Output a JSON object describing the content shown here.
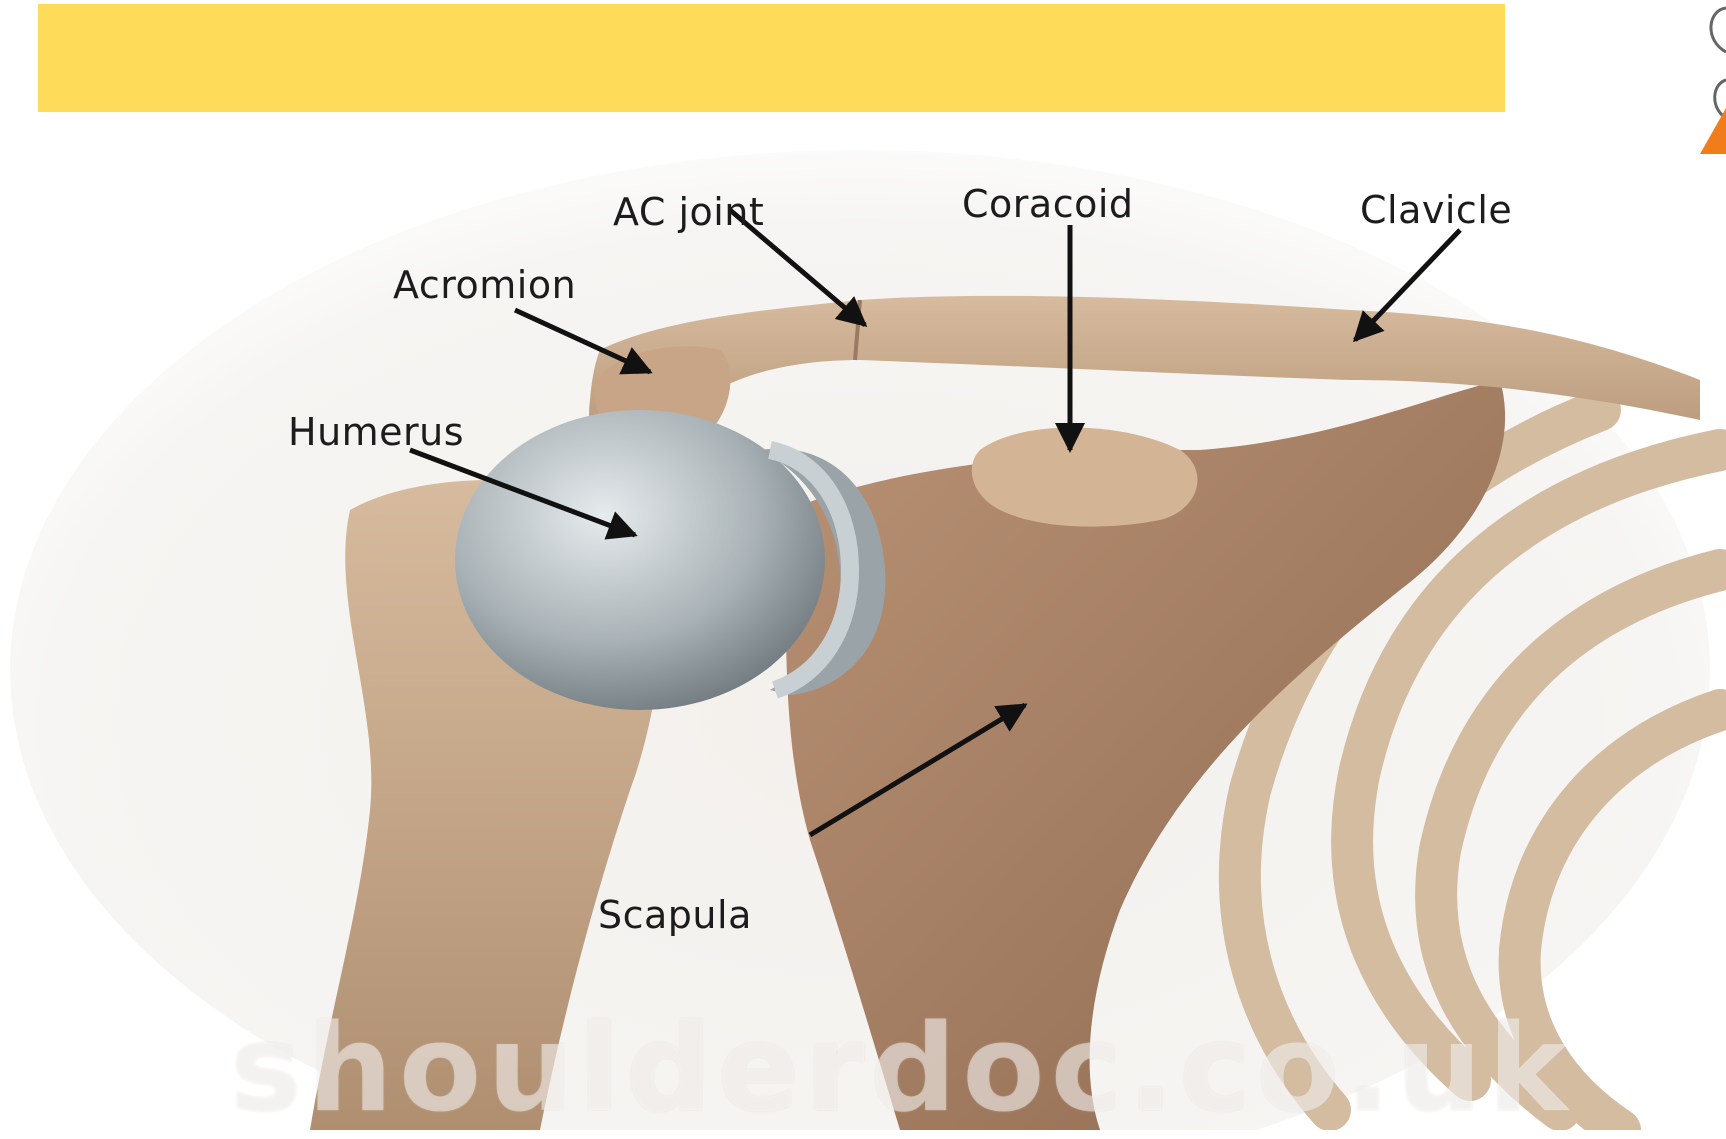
{
  "title_bar": {
    "text": "",
    "color": "#fedc5a"
  },
  "diagram": {
    "labels": {
      "ac_joint": "AC joint",
      "coracoid": "Coracoid",
      "clavicle": "Clavicle",
      "acromion": "Acromion",
      "humerus": "Humerus",
      "scapula": "Scapula"
    },
    "watermark": "shoulderdoc.co.uk",
    "colors": {
      "bone": "#c9a98a",
      "bone_shadow": "#a07a5c",
      "implant": "#b9c0c3",
      "arrow": "#111111"
    }
  },
  "icons": {
    "corner_logo": "partial-logo-icon"
  }
}
